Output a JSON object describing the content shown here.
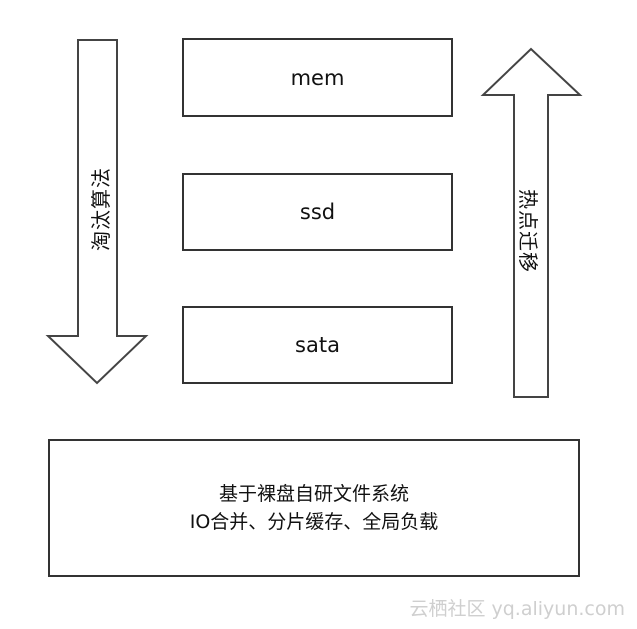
{
  "tiers": [
    {
      "label": "mem"
    },
    {
      "label": "ssd"
    },
    {
      "label": "sata"
    }
  ],
  "left_arrow": {
    "label": "淘汰算法",
    "direction": "down"
  },
  "right_arrow": {
    "label": "热点迁移",
    "direction": "up"
  },
  "base": {
    "line1": "基于裸盘自研文件系统",
    "line2": "IO合并、分片缓存、全局负载"
  },
  "watermark": "云栖社区 yq.aliyun.com"
}
